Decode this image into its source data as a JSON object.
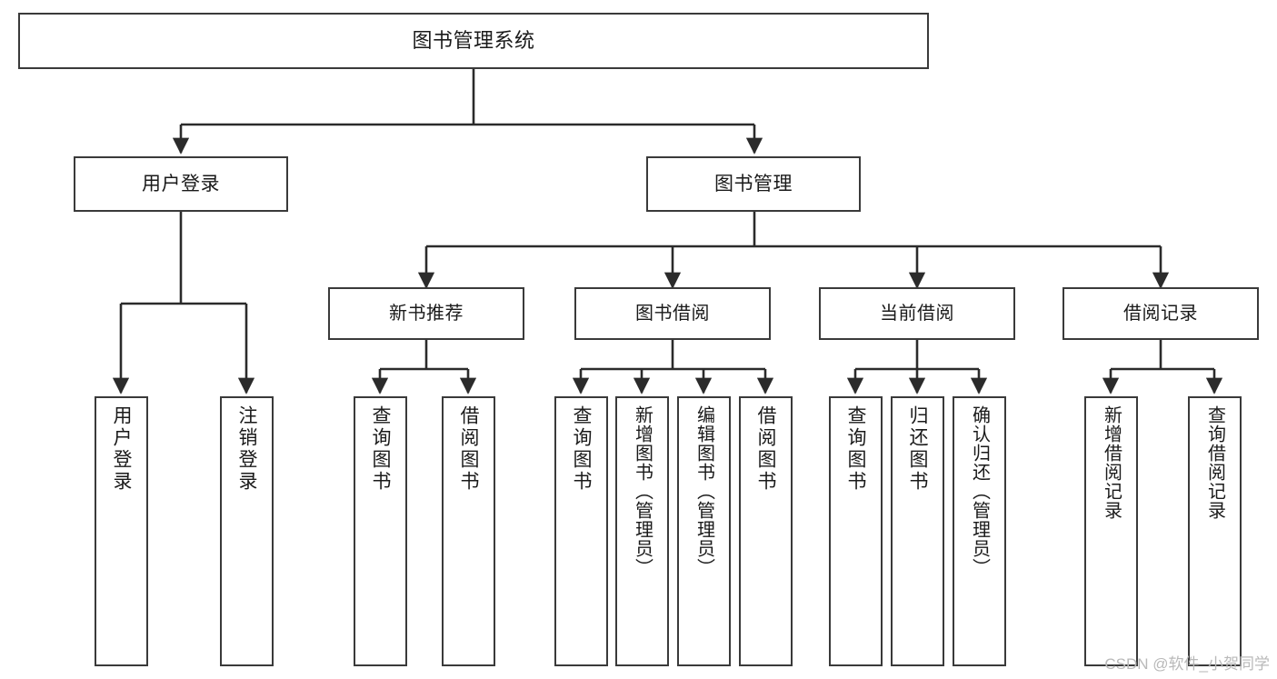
{
  "diagram": {
    "type": "tree-hierarchy",
    "title": "图书管理系统",
    "orientation": "top-down",
    "colors": {
      "box_border": "#3a3a3a",
      "box_fill": "#ffffff",
      "edge": "#2b2b2b",
      "text": "#1a1a1a",
      "watermark": "#b9b9b9",
      "background": "#ffffff"
    },
    "root": {
      "id": "root",
      "label": "图书管理系统"
    },
    "level1": [
      {
        "id": "user-login",
        "label": "用户登录"
      },
      {
        "id": "book-manage",
        "label": "图书管理"
      }
    ],
    "level2": [
      {
        "id": "new-book-recommend",
        "label": "新书推荐",
        "parent": "book-manage"
      },
      {
        "id": "book-borrow",
        "label": "图书借阅",
        "parent": "book-manage"
      },
      {
        "id": "current-borrow",
        "label": "当前借阅",
        "parent": "book-manage"
      },
      {
        "id": "borrow-record",
        "label": "借阅记录",
        "parent": "book-manage"
      }
    ],
    "leaves": {
      "user-login": [
        {
          "id": "leaf-user-login",
          "label": "用户登录"
        },
        {
          "id": "leaf-user-logout",
          "label": "注销登录"
        }
      ],
      "new-book-recommend": [
        {
          "id": "leaf-query-book-1",
          "label": "查询图书"
        },
        {
          "id": "leaf-borrow-book-1",
          "label": "借阅图书"
        }
      ],
      "book-borrow": [
        {
          "id": "leaf-query-book-2",
          "label": "查询图书"
        },
        {
          "id": "leaf-add-book",
          "label": "新增图书（管理员）"
        },
        {
          "id": "leaf-edit-book",
          "label": "编辑图书（管理员）"
        },
        {
          "id": "leaf-borrow-book-2",
          "label": "借阅图书"
        }
      ],
      "current-borrow": [
        {
          "id": "leaf-query-book-3",
          "label": "查询图书"
        },
        {
          "id": "leaf-return-book",
          "label": "归还图书"
        },
        {
          "id": "leaf-confirm-return",
          "label": "确认归还（管理员）"
        }
      ],
      "borrow-record": [
        {
          "id": "leaf-add-record",
          "label": "新增借阅记录"
        },
        {
          "id": "leaf-query-record",
          "label": "查询借阅记录"
        }
      ]
    }
  },
  "watermark": {
    "text": "CSDN @软件_小贺同学"
  }
}
